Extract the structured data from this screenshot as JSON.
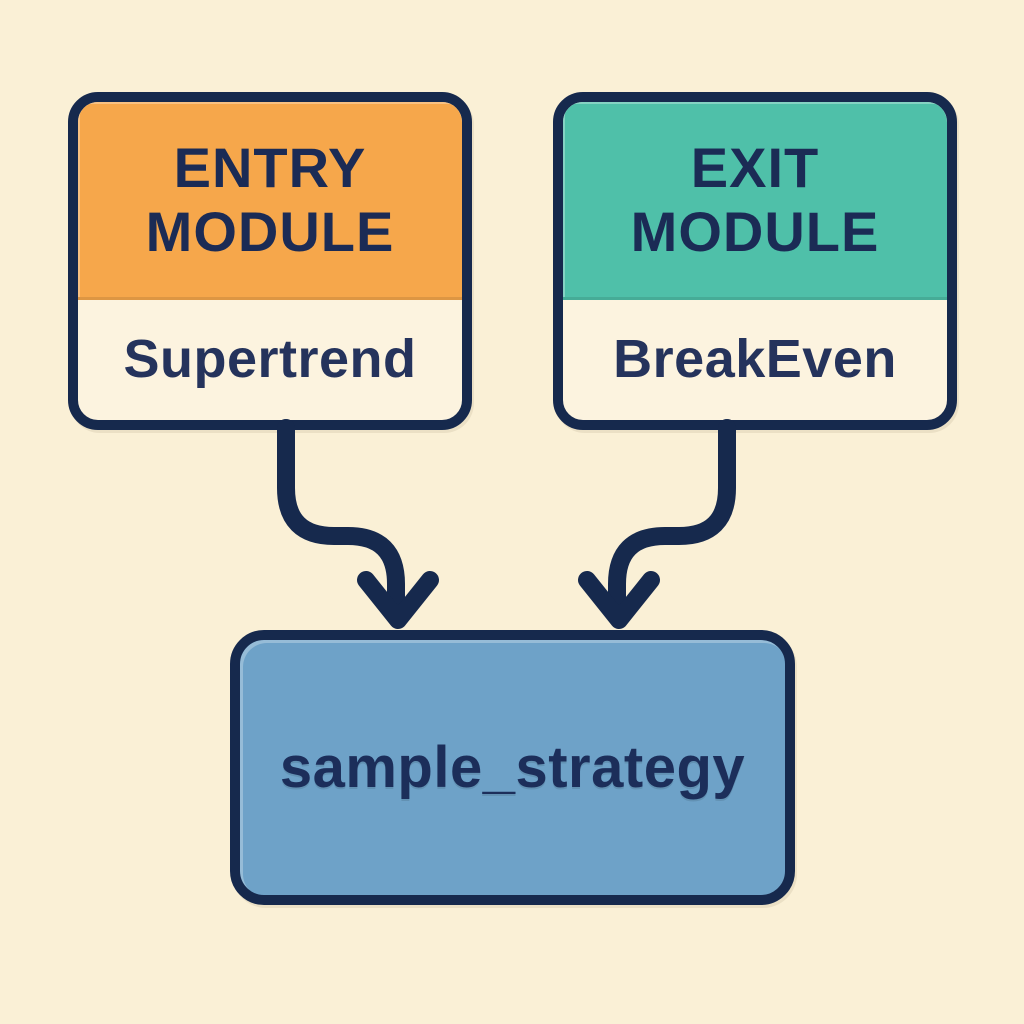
{
  "diagram": {
    "entry_module": {
      "header": "ENTRY MODULE",
      "name": "Supertrend"
    },
    "exit_module": {
      "header": "EXIT MODULE",
      "name": "BreakEven"
    },
    "strategy": {
      "name": "sample_strategy"
    },
    "connections": [
      {
        "from": "entry_module",
        "to": "strategy",
        "style": "elbow-arrow-down"
      },
      {
        "from": "exit_module",
        "to": "strategy",
        "style": "elbow-arrow-down"
      }
    ]
  },
  "colors": {
    "background": "#FAF0D6",
    "panel_body": "#FCF3DF",
    "entry_header": "#F6A74B",
    "exit_header": "#4FC0A9",
    "strategy_fill": "#6EA2C8",
    "outline": "#16294D",
    "text": "#1B2B55"
  }
}
